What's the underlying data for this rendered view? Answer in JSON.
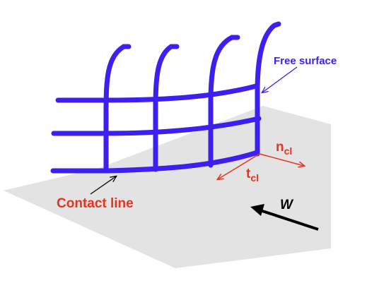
{
  "labels": {
    "free_surface": "Free surface",
    "contact_line": "Contact line",
    "n_main": "n",
    "n_sub": "cl",
    "t_main": "t",
    "t_sub": "cl",
    "w": "W"
  },
  "colors": {
    "mesh": "#3d1ff0",
    "plane": "#e3e3e3",
    "vector": "#e8341f",
    "free_surface_label": "#3d1ff0",
    "contact_line_label": "#e8341f",
    "w_arrow": "#000000"
  }
}
